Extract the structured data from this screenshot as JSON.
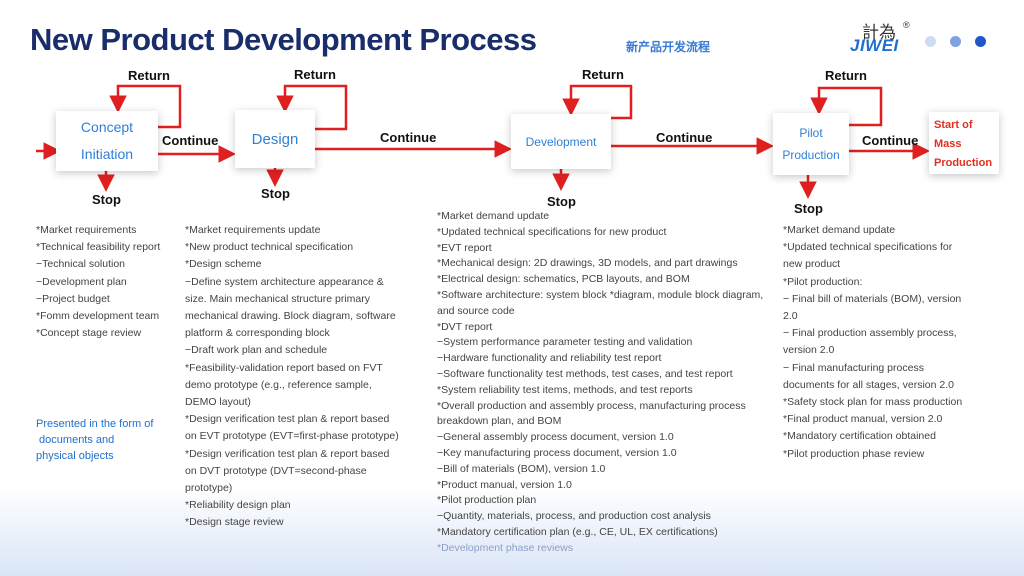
{
  "header": {
    "title": "New Product Development Process",
    "subtitle": "新产品开发流程",
    "logo_cn": "計為",
    "logo_reg": "®",
    "logo_en": "JIWEI"
  },
  "colors": {
    "arrow": "#e02020",
    "box_text": "#2f7fd6",
    "title": "#1a2d6b",
    "final_text": "#e03020"
  },
  "stages": {
    "concept": {
      "line1": "Concept",
      "line2": "Initiation"
    },
    "design": {
      "label": "Design"
    },
    "development": {
      "label": "Development"
    },
    "pilot": {
      "line1": "Pilot",
      "line2": "Production"
    },
    "final": {
      "line1": "Start of",
      "line2": "Mass",
      "line3": "Production"
    }
  },
  "flow_labels": {
    "return": "Return",
    "continue": "Continue",
    "stop": "Stop"
  },
  "lists": {
    "concept": [
      "*Market requirements",
      "*Technical feasibility report",
      "−Technical solution",
      "−Development plan",
      "−Project budget",
      "*Fomm development team",
      "*Concept stage review"
    ],
    "design": [
      "*Market requirements update",
      "*New product technical specification",
      "*Design scheme",
      "−Define system architecture appearance &",
      "size. Main mechanical structure primary",
      "mechanical drawing. Block diagram, software",
      "platform & corresponding block",
      "−Draft work plan and schedule",
      "*Feasibility-validation report based on FVT",
      "demo prototype (e.g., reference sample,",
      "DEMO layout)",
      "*Design verification test plan & report based",
      "on EVT prototype (EVT=first-phase prototype)",
      "*Design verification test plan & report based",
      "on DVT prototype (DVT=second-phase",
      "prototype)",
      "*Reliability design plan",
      "*Design stage review"
    ],
    "development": [
      "*Market demand update",
      "*Updated technical specifications for new product",
      "*EVT report",
      "*Mechanical design: 2D drawings, 3D models, and part drawings",
      "*Electrical design: schematics, PCB layouts, and BOM",
      "*Software architecture: system block *diagram, module block diagram,",
      "and source code",
      "*DVT report",
      "−System performance parameter testing and validation",
      "−Hardware functionality and reliability test report",
      "−Software functionality test methods, test cases, and test report",
      "*System reliability test items, methods, and test reports",
      "*Overall production and assembly process, manufacturing process",
      "breakdown plan, and BOM",
      "−General assembly process document, version 1.0",
      "−Key manufacturing process document, version 1.0",
      "−Bill of materials (BOM), version 1.0",
      "*Product manual, version 1.0",
      "*Pilot production plan",
      "−Quantity, materials, process, and production cost analysis",
      "*Mandatory certification plan (e.g., CE, UL, EX certifications)",
      "*Development phase reviews"
    ],
    "pilot": [
      "*Market demand update",
      "*Updated technical specifications for",
      "new product",
      "*Pilot production:",
      "− Final bill of materials (BOM), version",
      "2.0",
      "− Final production assembly process,",
      "version 2.0",
      "− Final manufacturing process",
      "documents for all stages, version 2.0",
      "*Safety stock plan for mass production",
      "*Final product manual, version 2.0",
      "*Mandatory certification obtained",
      "*Pilot production phase review"
    ]
  },
  "presented": {
    "line1": "Presented in the form of",
    "line2": " documents and",
    "line3": "physical objects"
  }
}
